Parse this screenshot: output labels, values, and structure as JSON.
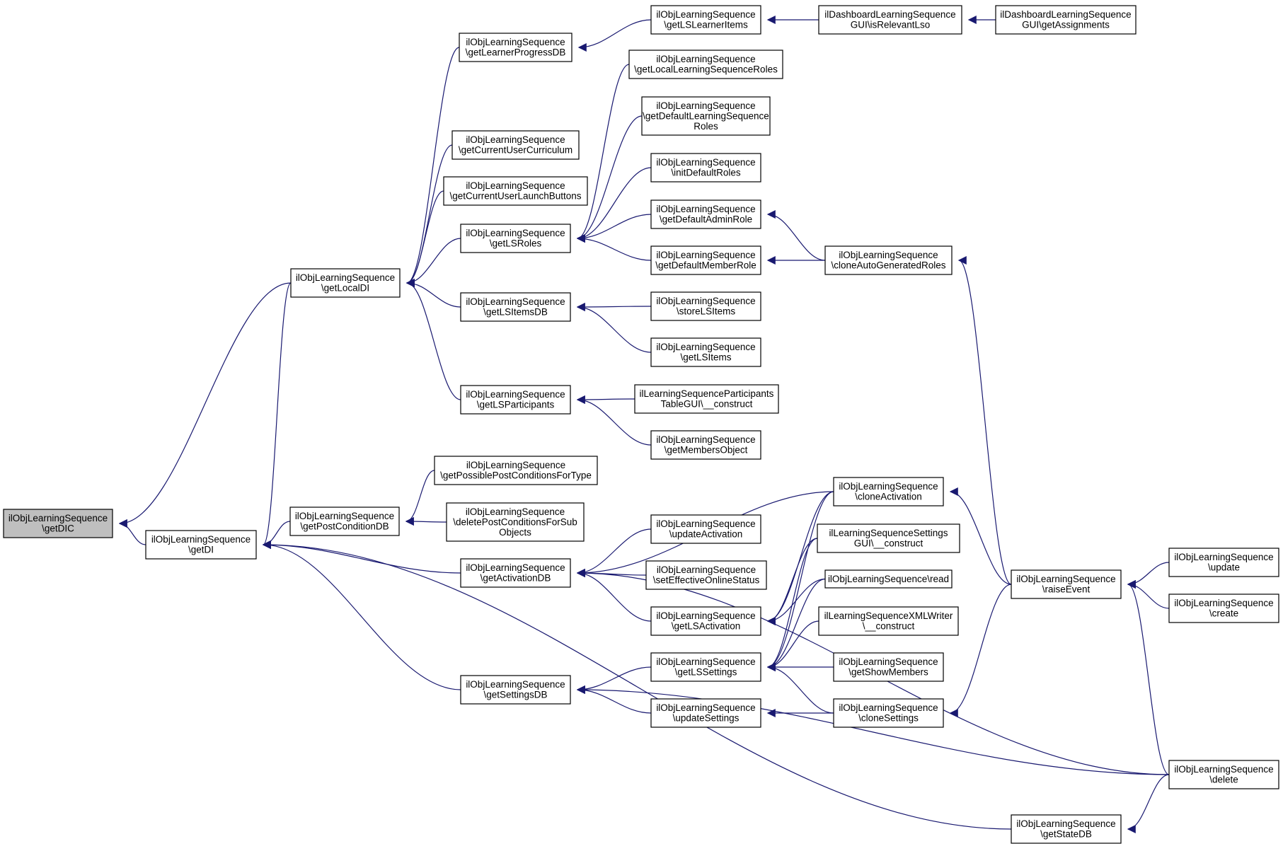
{
  "graph": {
    "edge_color": "#191970",
    "root_fill": "#bfbfbf",
    "node_fill": "#ffffff",
    "nodes": [
      {
        "id": "getDIC",
        "lines": [
          "ilObjLearningSequence",
          "\\getDIC"
        ],
        "root": true
      },
      {
        "id": "getDI",
        "lines": [
          "ilObjLearningSequence",
          "\\getDI"
        ]
      },
      {
        "id": "getLocalDI",
        "lines": [
          "ilObjLearningSequence",
          "\\getLocalDI"
        ]
      },
      {
        "id": "getLearnerProgressDB",
        "lines": [
          "ilObjLearningSequence",
          "\\getLearnerProgressDB"
        ]
      },
      {
        "id": "getCurrentUserCurriculum",
        "lines": [
          "ilObjLearningSequence",
          "\\getCurrentUserCurriculum"
        ]
      },
      {
        "id": "getCurrentUserLaunchButtons",
        "lines": [
          "ilObjLearningSequence",
          "\\getCurrentUserLaunchButtons"
        ]
      },
      {
        "id": "getLSRoles",
        "lines": [
          "ilObjLearningSequence",
          "\\getLSRoles"
        ]
      },
      {
        "id": "getLSItemsDB",
        "lines": [
          "ilObjLearningSequence",
          "\\getLSItemsDB"
        ]
      },
      {
        "id": "getLSParticipants",
        "lines": [
          "ilObjLearningSequence",
          "\\getLSParticipants"
        ]
      },
      {
        "id": "getPossiblePostConditionsForType",
        "lines": [
          "ilObjLearningSequence",
          "\\getPossiblePostConditionsForType"
        ]
      },
      {
        "id": "getPostConditionDB",
        "lines": [
          "ilObjLearningSequence",
          "\\getPostConditionDB"
        ]
      },
      {
        "id": "deletePostConditionsForSubObjects",
        "lines": [
          "ilObjLearningSequence",
          "\\deletePostConditionsForSub",
          "Objects"
        ]
      },
      {
        "id": "getActivationDB",
        "lines": [
          "ilObjLearningSequence",
          "\\getActivationDB"
        ]
      },
      {
        "id": "getSettingsDB",
        "lines": [
          "ilObjLearningSequence",
          "\\getSettingsDB"
        ]
      },
      {
        "id": "getLSLearnerItems",
        "lines": [
          "ilObjLearningSequence",
          "\\getLSLearnerItems"
        ]
      },
      {
        "id": "getLocalLearningSequenceRoles",
        "lines": [
          "ilObjLearningSequence",
          "\\getLocalLearningSequenceRoles"
        ]
      },
      {
        "id": "getDefaultLearningSequenceRoles",
        "lines": [
          "ilObjLearningSequence",
          "\\getDefaultLearningSequence",
          "Roles"
        ]
      },
      {
        "id": "initDefaultRoles",
        "lines": [
          "ilObjLearningSequence",
          "\\initDefaultRoles"
        ]
      },
      {
        "id": "getDefaultAdminRole",
        "lines": [
          "ilObjLearningSequence",
          "\\getDefaultAdminRole"
        ]
      },
      {
        "id": "getDefaultMemberRole",
        "lines": [
          "ilObjLearningSequence",
          "\\getDefaultMemberRole"
        ]
      },
      {
        "id": "storeLSItems",
        "lines": [
          "ilObjLearningSequence",
          "\\storeLSItems"
        ]
      },
      {
        "id": "getLSItems",
        "lines": [
          "ilObjLearningSequence",
          "\\getLSItems"
        ]
      },
      {
        "id": "participantsTableGUIConstruct",
        "lines": [
          "ilLearningSequenceParticipants",
          "TableGUI\\__construct"
        ]
      },
      {
        "id": "getMembersObject",
        "lines": [
          "ilObjLearningSequence",
          "\\getMembersObject"
        ]
      },
      {
        "id": "updateActivation",
        "lines": [
          "ilObjLearningSequence",
          "\\updateActivation"
        ]
      },
      {
        "id": "setEffectiveOnlineStatus",
        "lines": [
          "ilObjLearningSequence",
          "\\setEffectiveOnlineStatus"
        ]
      },
      {
        "id": "getLSActivation",
        "lines": [
          "ilObjLearningSequence",
          "\\getLSActivation"
        ]
      },
      {
        "id": "getLSSettings",
        "lines": [
          "ilObjLearningSequence",
          "\\getLSSettings"
        ]
      },
      {
        "id": "updateSettings",
        "lines": [
          "ilObjLearningSequence",
          "\\updateSettings"
        ]
      },
      {
        "id": "isRelevantLso",
        "lines": [
          "ilDashboardLearningSequence",
          "GUI\\isRelevantLso"
        ]
      },
      {
        "id": "cloneAutoGeneratedRoles",
        "lines": [
          "ilObjLearningSequence",
          "\\cloneAutoGeneratedRoles"
        ]
      },
      {
        "id": "cloneActivation",
        "lines": [
          "ilObjLearningSequence",
          "\\cloneActivation"
        ]
      },
      {
        "id": "settingsGUIConstruct",
        "lines": [
          "ilLearningSequenceSettings",
          "GUI\\__construct"
        ]
      },
      {
        "id": "read",
        "lines": [
          "ilObjLearningSequence\\read"
        ]
      },
      {
        "id": "xmlWriterConstruct",
        "lines": [
          "ilLearningSequenceXMLWriter",
          "\\__construct"
        ]
      },
      {
        "id": "getShowMembers",
        "lines": [
          "ilObjLearningSequence",
          "\\getShowMembers"
        ]
      },
      {
        "id": "cloneSettings",
        "lines": [
          "ilObjLearningSequence",
          "\\cloneSettings"
        ]
      },
      {
        "id": "getAssignments",
        "lines": [
          "ilDashboardLearningSequence",
          "GUI\\getAssignments"
        ]
      },
      {
        "id": "raiseEvent",
        "lines": [
          "ilObjLearningSequence",
          "\\raiseEvent"
        ]
      },
      {
        "id": "getStateDB",
        "lines": [
          "ilObjLearningSequence",
          "\\getStateDB"
        ]
      },
      {
        "id": "update",
        "lines": [
          "ilObjLearningSequence",
          "\\update"
        ]
      },
      {
        "id": "create",
        "lines": [
          "ilObjLearningSequence",
          "\\create"
        ]
      },
      {
        "id": "delete",
        "lines": [
          "ilObjLearningSequence",
          "\\delete"
        ]
      }
    ],
    "edges": [
      [
        "getDIC",
        "getDI"
      ],
      [
        "getDIC",
        "getLocalDI"
      ],
      [
        "getDI",
        "getLocalDI"
      ],
      [
        "getDI",
        "getPostConditionDB"
      ],
      [
        "getDI",
        "getActivationDB"
      ],
      [
        "getDI",
        "getSettingsDB"
      ],
      [
        "getDI",
        "getStateDB"
      ],
      [
        "getLocalDI",
        "getLearnerProgressDB"
      ],
      [
        "getLocalDI",
        "getCurrentUserCurriculum"
      ],
      [
        "getLocalDI",
        "getCurrentUserLaunchButtons"
      ],
      [
        "getLocalDI",
        "getLSRoles"
      ],
      [
        "getLocalDI",
        "getLSItemsDB"
      ],
      [
        "getLocalDI",
        "getLSParticipants"
      ],
      [
        "getLearnerProgressDB",
        "getLSLearnerItems"
      ],
      [
        "getLSLearnerItems",
        "isRelevantLso"
      ],
      [
        "isRelevantLso",
        "getAssignments"
      ],
      [
        "getLSRoles",
        "getLocalLearningSequenceRoles"
      ],
      [
        "getLSRoles",
        "getDefaultLearningSequenceRoles"
      ],
      [
        "getLSRoles",
        "initDefaultRoles"
      ],
      [
        "getLSRoles",
        "getDefaultAdminRole"
      ],
      [
        "getLSRoles",
        "getDefaultMemberRole"
      ],
      [
        "getDefaultAdminRole",
        "cloneAutoGeneratedRoles"
      ],
      [
        "getDefaultMemberRole",
        "cloneAutoGeneratedRoles"
      ],
      [
        "getLSItemsDB",
        "storeLSItems"
      ],
      [
        "getLSItemsDB",
        "getLSItems"
      ],
      [
        "getLSParticipants",
        "participantsTableGUIConstruct"
      ],
      [
        "getLSParticipants",
        "getMembersObject"
      ],
      [
        "getPostConditionDB",
        "getPossiblePostConditionsForType"
      ],
      [
        "getPostConditionDB",
        "deletePostConditionsForSubObjects"
      ],
      [
        "getActivationDB",
        "cloneActivation"
      ],
      [
        "getActivationDB",
        "updateActivation"
      ],
      [
        "getActivationDB",
        "setEffectiveOnlineStatus"
      ],
      [
        "getActivationDB",
        "getLSActivation"
      ],
      [
        "getActivationDB",
        "delete"
      ],
      [
        "getLSActivation",
        "cloneActivation"
      ],
      [
        "getLSActivation",
        "settingsGUIConstruct"
      ],
      [
        "getLSActivation",
        "read"
      ],
      [
        "getSettingsDB",
        "getLSSettings"
      ],
      [
        "getSettingsDB",
        "updateSettings"
      ],
      [
        "getSettingsDB",
        "delete"
      ],
      [
        "getLSSettings",
        "cloneActivation"
      ],
      [
        "getLSSettings",
        "settingsGUIConstruct"
      ],
      [
        "getLSSettings",
        "read"
      ],
      [
        "getLSSettings",
        "xmlWriterConstruct"
      ],
      [
        "getLSSettings",
        "getShowMembers"
      ],
      [
        "getLSSettings",
        "cloneSettings"
      ],
      [
        "updateSettings",
        "cloneSettings"
      ],
      [
        "cloneAutoGeneratedRoles",
        "raiseEvent"
      ],
      [
        "cloneActivation",
        "raiseEvent"
      ],
      [
        "cloneSettings",
        "raiseEvent"
      ],
      [
        "raiseEvent",
        "update"
      ],
      [
        "raiseEvent",
        "create"
      ],
      [
        "raiseEvent",
        "delete"
      ],
      [
        "getStateDB",
        "delete"
      ]
    ]
  }
}
